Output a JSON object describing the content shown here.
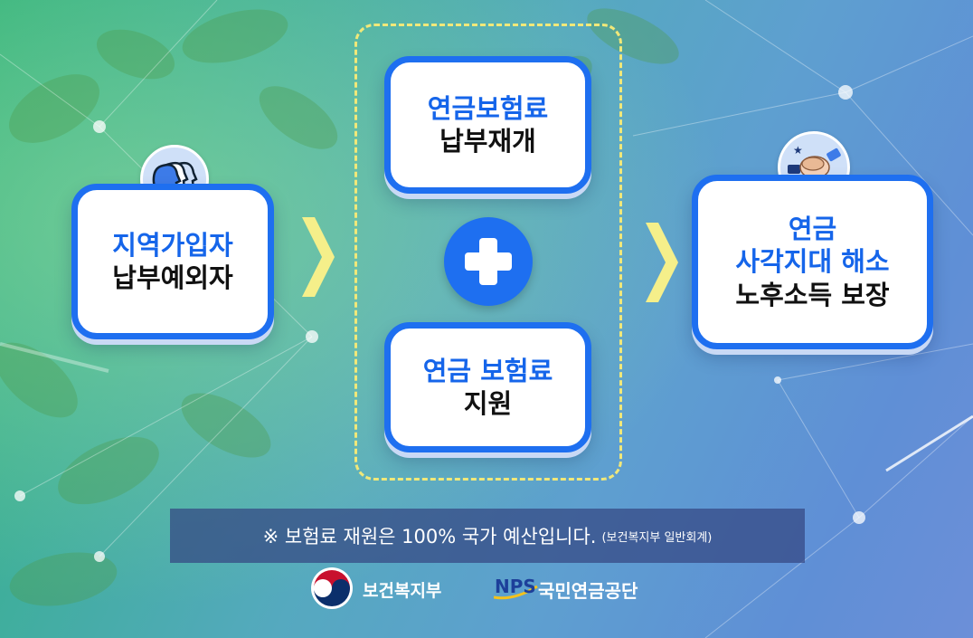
{
  "left_card": {
    "line1": "지역가입자",
    "line2": "납부예외자"
  },
  "top_card": {
    "line1": "연금보험료",
    "line2": "납부재개"
  },
  "bottom_card": {
    "line1": "연금 보험료",
    "line2": "지원"
  },
  "right_card": {
    "line1": "연금",
    "line2": "사각지대 해소",
    "line3": "노후소득 보장"
  },
  "note": {
    "text": "※ 보험료 재원은 100% 국가 예산입니다.",
    "sub": "(보건복지부 일반회계)"
  },
  "logos": {
    "ministry": "보건복지부",
    "nps_mark": "NPS",
    "nps_name": "국민연금공단"
  },
  "colors": {
    "accent": "#1e6ff0",
    "chevron": "#f5ef8a",
    "dashed": "#f1e879"
  },
  "icons": {
    "left": "people-profile-icon",
    "right": "hands-together-icon",
    "center": "plus-icon"
  }
}
